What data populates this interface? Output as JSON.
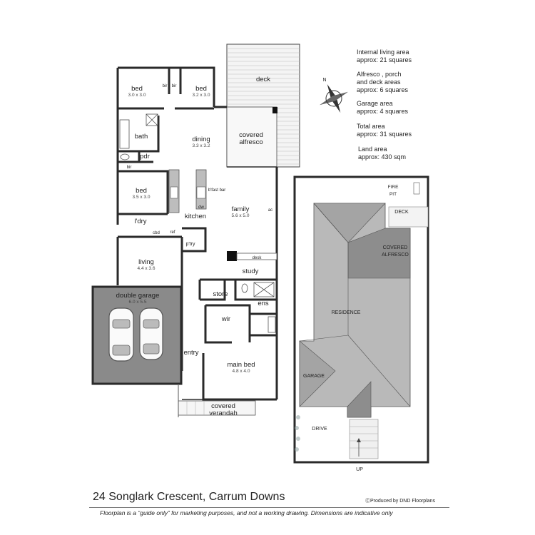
{
  "floorplan": {
    "rooms": {
      "bed1": {
        "name": "bed",
        "dim": "3.0 x 3.0"
      },
      "bed2": {
        "name": "bed",
        "dim": "3.2 x 3.0"
      },
      "bed3": {
        "name": "bed",
        "dim": "3.5 x 3.0"
      },
      "bir1": "bir",
      "bir2": "bir",
      "bir3": "bir",
      "bath": "bath",
      "pdr": "pdr",
      "dining": {
        "name": "dining",
        "dim": "3.3 x 3.2"
      },
      "bfast": "b'fast bar",
      "dw": "dw",
      "kitchen": "kitchen",
      "family": {
        "name": "family",
        "dim": "5.6 x 5.0"
      },
      "ac": "ac",
      "ldry": "l'dry",
      "cbd": "cbd",
      "ref": "ref",
      "ptry": "p'try",
      "living": {
        "name": "living",
        "dim": "4.4 x 3.6"
      },
      "desk": "desk",
      "study": "study",
      "garage": {
        "name": "double garage",
        "dim": "6.0 x 5.5"
      },
      "store": "store",
      "ens": "ens",
      "wir": "wir",
      "entry": "entry",
      "mainbed": {
        "name": "main bed",
        "dim": "4.8 x 4.0"
      },
      "verandah": "covered\nverandah",
      "deck": "deck",
      "alfresco": "covered\nalfresco"
    }
  },
  "siteplan": {
    "fire_pit": "FIRE\nPIT",
    "deck": "DECK",
    "covered_alfresco": "COVERED\nALFRESCO",
    "residence": "RESIDENCE",
    "garage": "GARAGE",
    "drive": "DRIVE",
    "up": "UP"
  },
  "compass": {
    "north": "N"
  },
  "areas": {
    "internal": "Internal living area\napprox: 21 squares",
    "alfresco": "Alfresco , porch\nand deck areas\napprox: 6 squares",
    "garage": "Garage area\napprox: 4 squares",
    "total": "Total area\napprox: 31 squares",
    "land": "Land area\napprox: 430 sqm"
  },
  "footer": {
    "address": "24 Songlark Crescent, Carrum Downs",
    "credit": "ⒸProduced by DND Floorplans",
    "disclaimer": "Floorplan is a  “guide only” for marketing purposes, and not a working drawing.  Dimensions are indicative only"
  },
  "colors": {
    "wall": "#2a2a2a",
    "garage_fill": "#8a8a8a",
    "roof_light": "#b9b9b9",
    "roof_mid": "#a4a4a4",
    "roof_dark": "#8d8d8d",
    "kitchen_bench": "#bdbdbd"
  }
}
